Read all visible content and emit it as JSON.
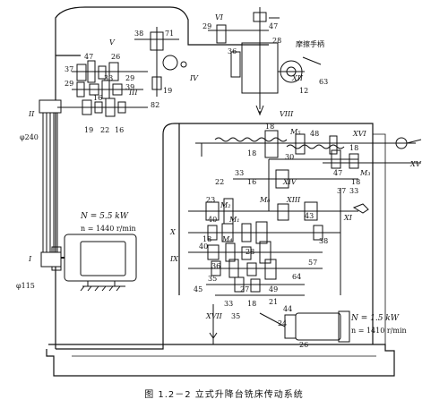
{
  "caption": "图 1.2－2  立式升降台铣床传动系统",
  "motor_main": {
    "power": "N = 5.5 kW",
    "speed": "n = 1440 r/min"
  },
  "motor_feed": {
    "power": "N = 1.5 kW",
    "speed": "n = 1410 r/min"
  },
  "pulleys": {
    "big": "φ240",
    "small": "φ115"
  },
  "head_note": "摩擦手柄",
  "shaft_labels": {
    "I": "I",
    "II": "II",
    "III": "III",
    "IV": "IV",
    "V": "V",
    "VI": "VI",
    "VIII": "VIII",
    "IX": "IX",
    "X": "X",
    "XI": "XI",
    "XII": "XII",
    "XIII": "XIII",
    "XIV": "XIV",
    "XV": "XV",
    "XVI": "XVI",
    "XVII": "XVII"
  },
  "clutches": {
    "M1": "M₁",
    "M2": "M₂",
    "M3": "M₃",
    "M4": "M₄",
    "M5": "M₅",
    "M6": "M₆"
  },
  "gear_labels": {
    "g38": "38",
    "g71": "71",
    "g47a": "47",
    "g29a": "29",
    "g29b": "29",
    "g26": "26",
    "g33a": "33",
    "g19a": "19",
    "g82": "82",
    "g39": "39",
    "g37": "37",
    "g16a": "16",
    "g22": "22",
    "g19b": "19",
    "g16b": "16",
    "g47b": "47",
    "g28": "28",
    "g12": "12",
    "g63": "63",
    "g29c": "29",
    "g36": "36",
    "g18a": "18",
    "g18b": "18",
    "g18c": "18",
    "g40": "40",
    "g28b": "28",
    "g35": "35",
    "g45": "45",
    "g37b": "37",
    "g27": "27",
    "g33b": "33",
    "g49": "49",
    "g21": "21",
    "g44": "44",
    "g24": "24",
    "g26b": "26",
    "g36b": "36",
    "g18d": "18",
    "g40b": "40",
    "g64": "64",
    "g57": "57",
    "g43": "43",
    "g23": "23",
    "g33c": "33",
    "g22b": "22",
    "g16c": "16",
    "g18e": "18",
    "g30": "30",
    "g48": "48",
    "g38b": "38",
    "g33d": "33",
    "g35b": "35",
    "g47c": "47",
    "g18f": "18"
  }
}
